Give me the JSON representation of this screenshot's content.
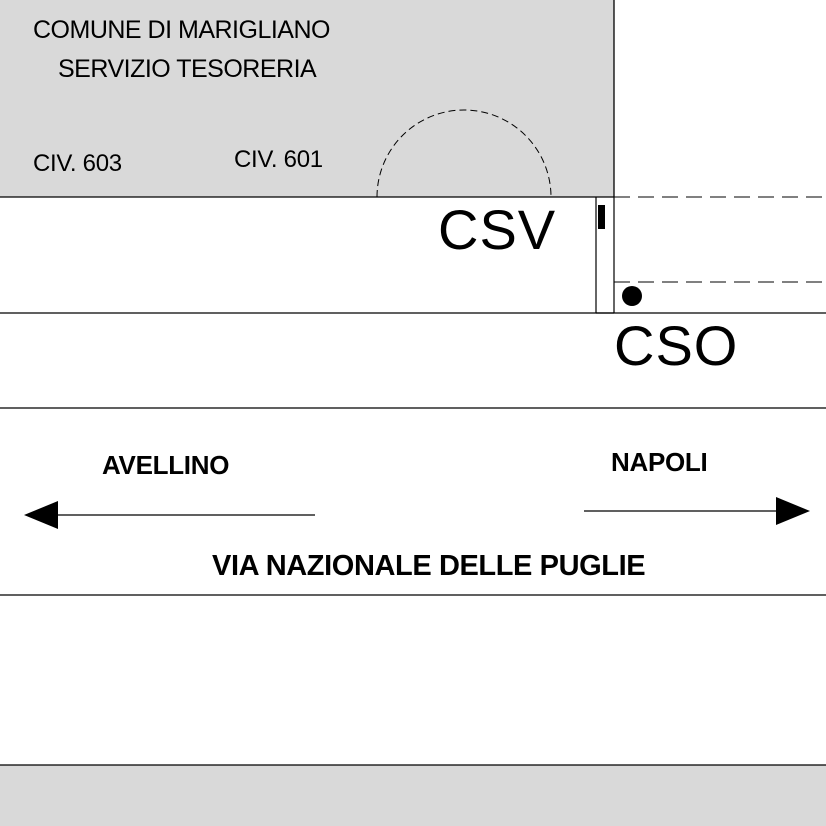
{
  "building": {
    "line1": "COMUNE DI MARIGLIANO",
    "line2": "SERVIZIO TESORERIA",
    "civic_left": "CIV. 603",
    "civic_right": "CIV. 601"
  },
  "markers": {
    "csv": "CSV",
    "cso": "CSO"
  },
  "road": {
    "direction_left": "AVELLINO",
    "direction_right": "NAPOLI",
    "name": "VIA NAZIONALE DELLE PUGLIE"
  },
  "colors": {
    "building_fill": "#d9d9d9",
    "background": "#ffffff",
    "stroke": "#000000"
  }
}
